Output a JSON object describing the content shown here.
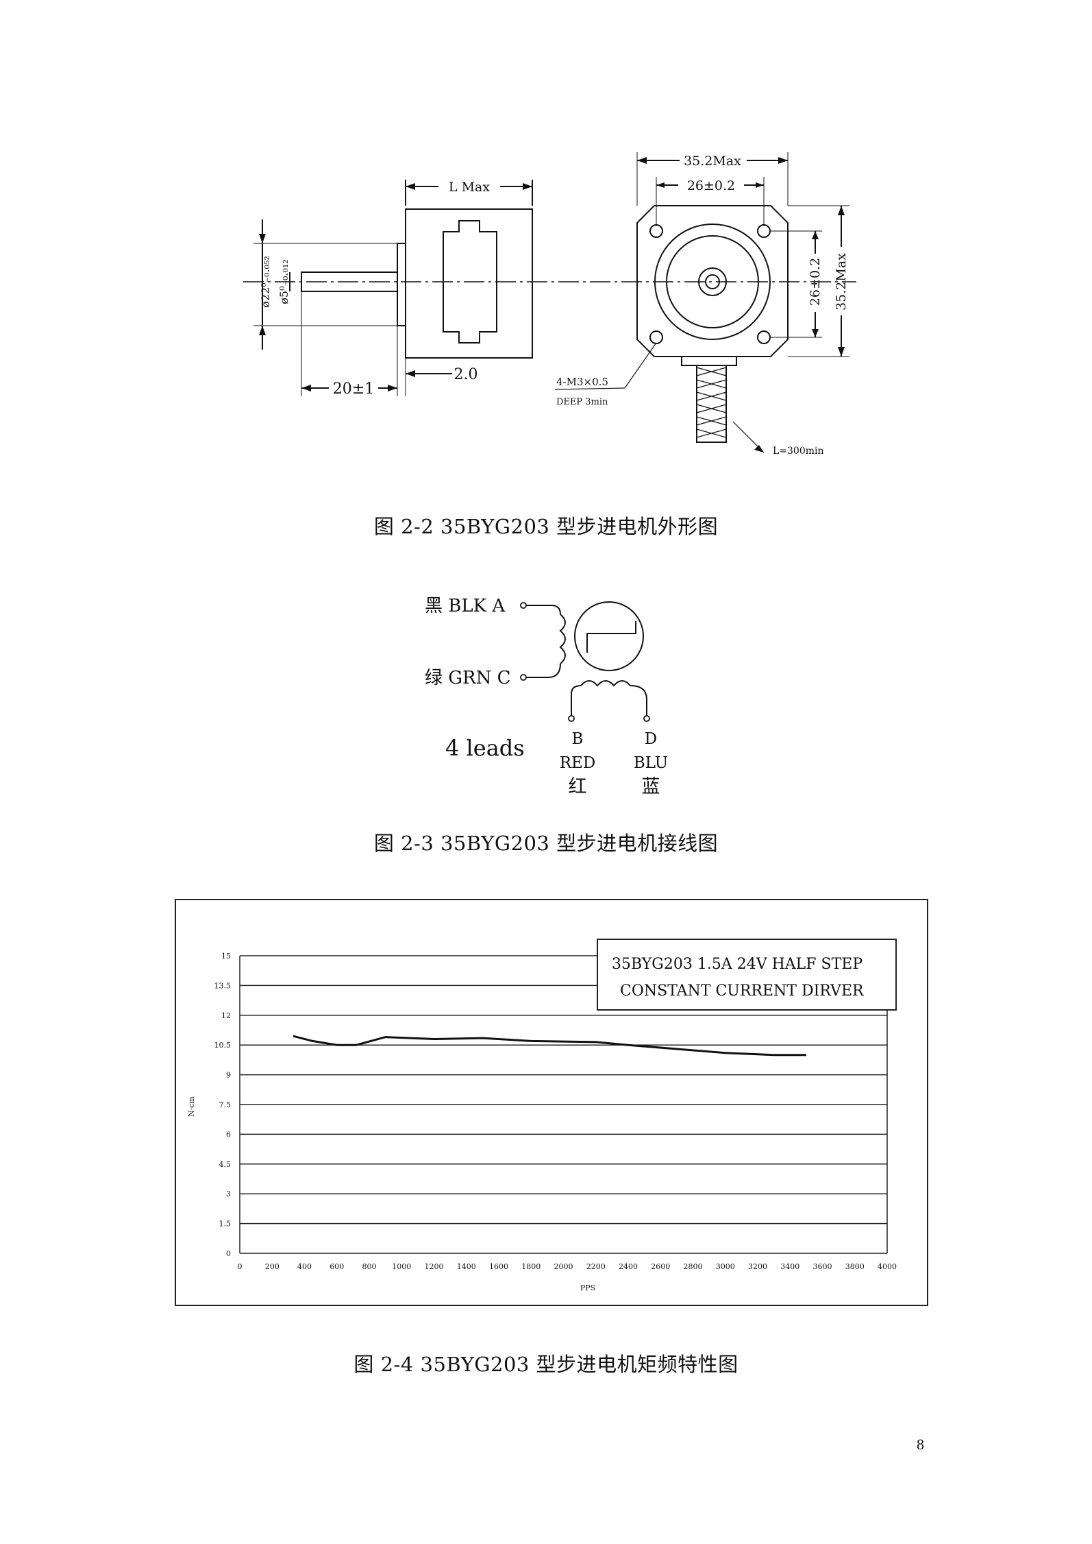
{
  "fig2": {
    "dim_top": "35.2Max",
    "dim_hole": "26±0.2",
    "dim_lmax": "L Max",
    "dim_side_26": "26±0.2",
    "dim_side_35": "35.2Max",
    "dim_phi22": "ø22⁰₋₀.₀₅₂",
    "dim_phi5": "ø5⁰₋₀.₀₁₂",
    "dim_20": "20±1",
    "dim_2": "2.0",
    "dim_screw": "4-M3×0.5",
    "dim_deep": "DEEP 3min",
    "dim_cable": "L=300min",
    "caption": "图 2-2   35BYG203 型步进电机外形图"
  },
  "fig3": {
    "lead_a": "黑 BLK  A",
    "lead_c": "绿 GRN  C",
    "leads_count": "4 leads",
    "lead_b_letter": "B",
    "lead_b_color": "RED",
    "lead_b_cn": "红",
    "lead_d_letter": "D",
    "lead_d_color": "BLU",
    "lead_d_cn": "蓝",
    "caption": "图 2-3   35BYG203 型步进电机接线图"
  },
  "fig4": {
    "caption": "图 2-4   35BYG203 型步进电机矩频特性图"
  },
  "chart_data": {
    "type": "line",
    "legend_line1": "35BYG203   1.5A 24V HALF STEP",
    "legend_line2": "CONSTANT CURRENT DIRVER",
    "legend_placement": "top-right",
    "xlabel": "PPS",
    "ylabel": "N·cm",
    "xlim": [
      0,
      4000
    ],
    "ylim": [
      0,
      15
    ],
    "grid": true,
    "x_ticks": [
      "0",
      "200",
      "400",
      "600",
      "800",
      "1000",
      "1200",
      "1400",
      "1600",
      "1800",
      "2000",
      "2200",
      "2400",
      "2600",
      "2800",
      "3000",
      "3200",
      "3400",
      "3600",
      "3800",
      "4000"
    ],
    "y_ticks": [
      "0",
      "1.5",
      "3",
      "4.5",
      "6",
      "7.5",
      "9",
      "10.5",
      "12",
      "13.5",
      "15"
    ],
    "series": [
      {
        "x": [
          330,
          450,
          600,
          720,
          900,
          1200,
          1500,
          1800,
          2200,
          2400,
          2700,
          3000,
          3300,
          3500
        ],
        "y": [
          10.95,
          10.7,
          10.5,
          10.5,
          10.9,
          10.8,
          10.85,
          10.7,
          10.65,
          10.5,
          10.3,
          10.1,
          10.0,
          10.0
        ]
      }
    ]
  },
  "page_number": "8"
}
